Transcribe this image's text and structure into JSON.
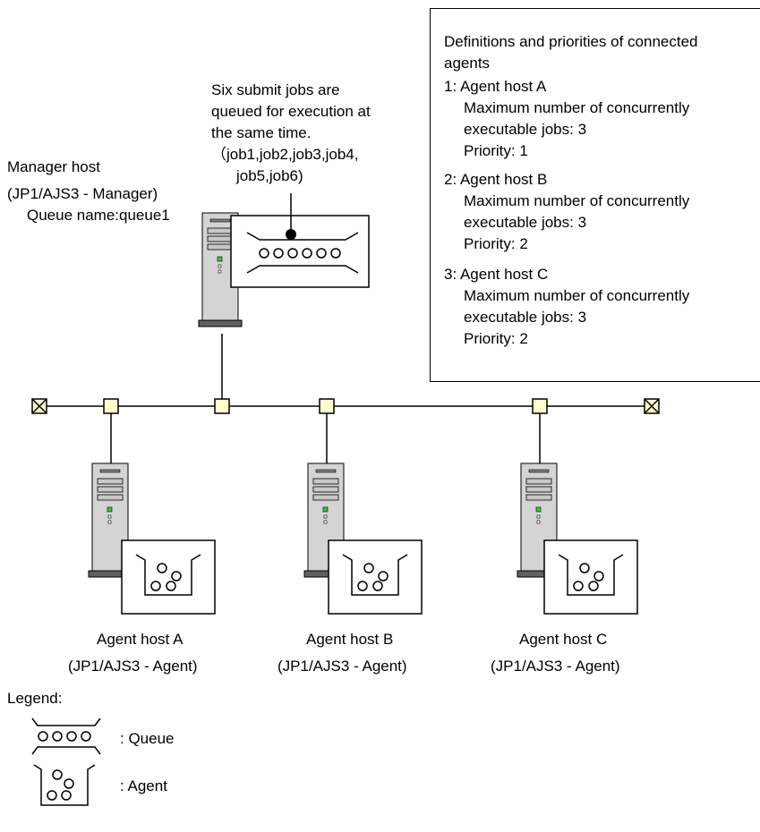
{
  "queued_note": {
    "line1": "Six submit jobs are",
    "line2": "queued for execution at",
    "line3": "the same time.",
    "line4": "（job1,job2,job3,job4,",
    "line5": "job5,job6)"
  },
  "manager": {
    "line1": "Manager host",
    "line2": "(JP1/AJS3 - Manager)",
    "line3": "Queue name:queue1"
  },
  "definitions": {
    "title_line1": "Definitions and priorities of connected",
    "title_line2": "agents",
    "agents": [
      {
        "header": "1: Agent host A",
        "max_line1": "Maximum number of concurrently",
        "max_line2": "executable jobs: 3",
        "priority": "Priority: 1"
      },
      {
        "header": "2: Agent host B",
        "max_line1": "Maximum number of concurrently",
        "max_line2": "executable jobs: 3",
        "priority": "Priority: 2"
      },
      {
        "header": "3: Agent host C",
        "max_line1": "Maximum number of concurrently",
        "max_line2": "executable jobs: 3",
        "priority": "Priority: 2"
      }
    ]
  },
  "agents": [
    {
      "name": "Agent host A",
      "product": "(JP1/AJS3 - Agent)"
    },
    {
      "name": "Agent host B",
      "product": "(JP1/AJS3 - Agent)"
    },
    {
      "name": "Agent host C",
      "product": "(JP1/AJS3 - Agent)"
    }
  ],
  "legend": {
    "title": "Legend:",
    "queue_label": ": Queue",
    "agent_label": ": Agent"
  },
  "colors": {
    "network_node": "#ffffcc",
    "server_body": "#d4d4d4",
    "server_base": "#606060",
    "led": "#33cc33"
  }
}
